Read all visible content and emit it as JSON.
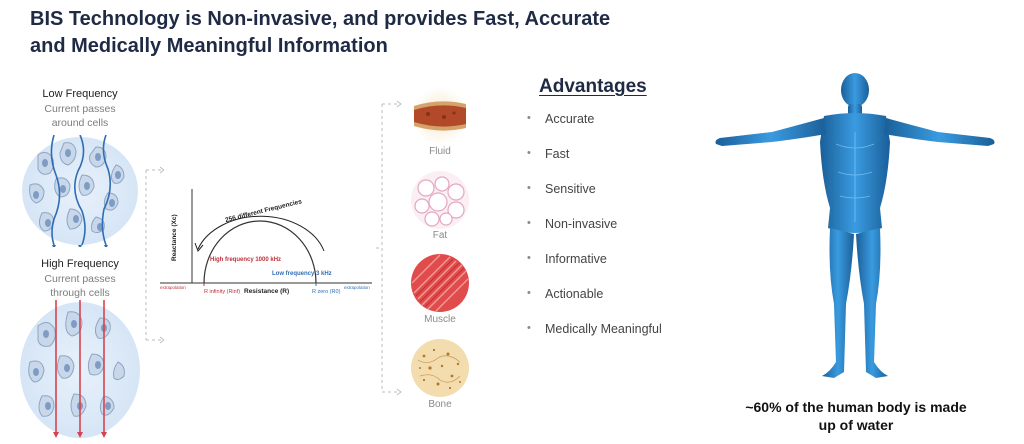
{
  "title": {
    "line1": "BIS Technology is Non-invasive, and provides Fast, Accurate",
    "line2": "and Medically Meaningful Information"
  },
  "low_frequency": {
    "label": "Low Frequency",
    "desc_line1": "Current passes",
    "desc_line2": "around cells"
  },
  "high_frequency": {
    "label": "High Frequency",
    "desc_line1": "Current passes",
    "desc_line2": "through cells"
  },
  "chart": {
    "arc_label": "256 different Frequencies",
    "y_label": "Reactance (Xc)",
    "x_label": "Resistance (R)",
    "high_freq_label": "High frequency 1000 kHz",
    "low_freq_label": "Low frequency 3 kHz",
    "r_infinity": "R infinity (Rinf)",
    "r_zero": "R zero (R0)",
    "extrapolation_left": "extrapolation",
    "extrapolation_right": "extrapolation",
    "colors": {
      "high": "#c0313b",
      "low": "#2f6db5",
      "axis": "#333333"
    }
  },
  "tissues": [
    {
      "label": "Fluid",
      "icon": "fluid-tissue-icon"
    },
    {
      "label": "Fat",
      "icon": "fat-tissue-icon"
    },
    {
      "label": "Muscle",
      "icon": "muscle-tissue-icon"
    },
    {
      "label": "Bone",
      "icon": "bone-tissue-icon"
    }
  ],
  "advantages": {
    "heading": "Advantages",
    "items": [
      "Accurate",
      "Fast",
      "Sensitive",
      "Non-invasive",
      "Informative",
      "Actionable",
      "Medically Meaningful"
    ]
  },
  "body": {
    "caption_line1": "~60% of the human body is made",
    "caption_line2": "up of water",
    "color": "#2a7fc4"
  }
}
